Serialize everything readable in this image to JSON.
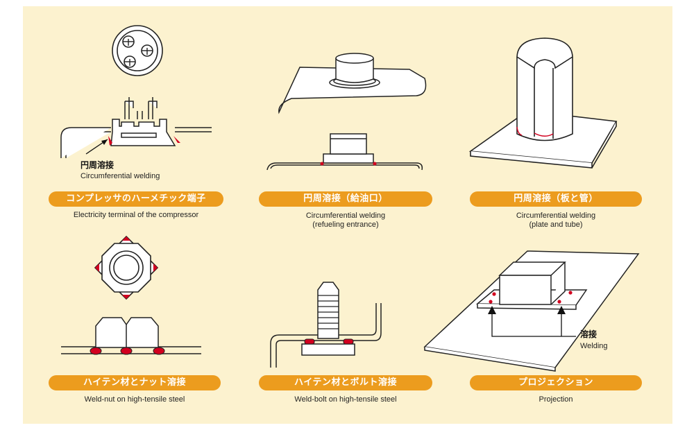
{
  "items": [
    {
      "title": "コンプレッサのハーメチック端子",
      "caption": [
        "Electricity terminal of the compressor"
      ],
      "label_jp": "円周溶接",
      "label_en": "Circumferential welding"
    },
    {
      "title": "円周溶接（給油口）",
      "caption": [
        "Circumferential welding",
        "(refueling entrance)"
      ]
    },
    {
      "title": "円周溶接（板と管）",
      "caption": [
        "Circumferential welding",
        "(plate and tube)"
      ]
    },
    {
      "title": "ハイテン材とナット溶接",
      "caption": [
        "Weld-nut on high-tensile steel"
      ]
    },
    {
      "title": "ハイテン材とボルト溶接",
      "caption": [
        "Weld-bolt on high-tensile steel"
      ]
    },
    {
      "title": "プロジェクション",
      "caption": [
        "Projection"
      ],
      "label_jp": "溶接",
      "label_en": "Welding"
    }
  ],
  "colors": {
    "background": "#fcf2cf",
    "pill": "#ec9c1e",
    "weld": "#d2001f"
  }
}
